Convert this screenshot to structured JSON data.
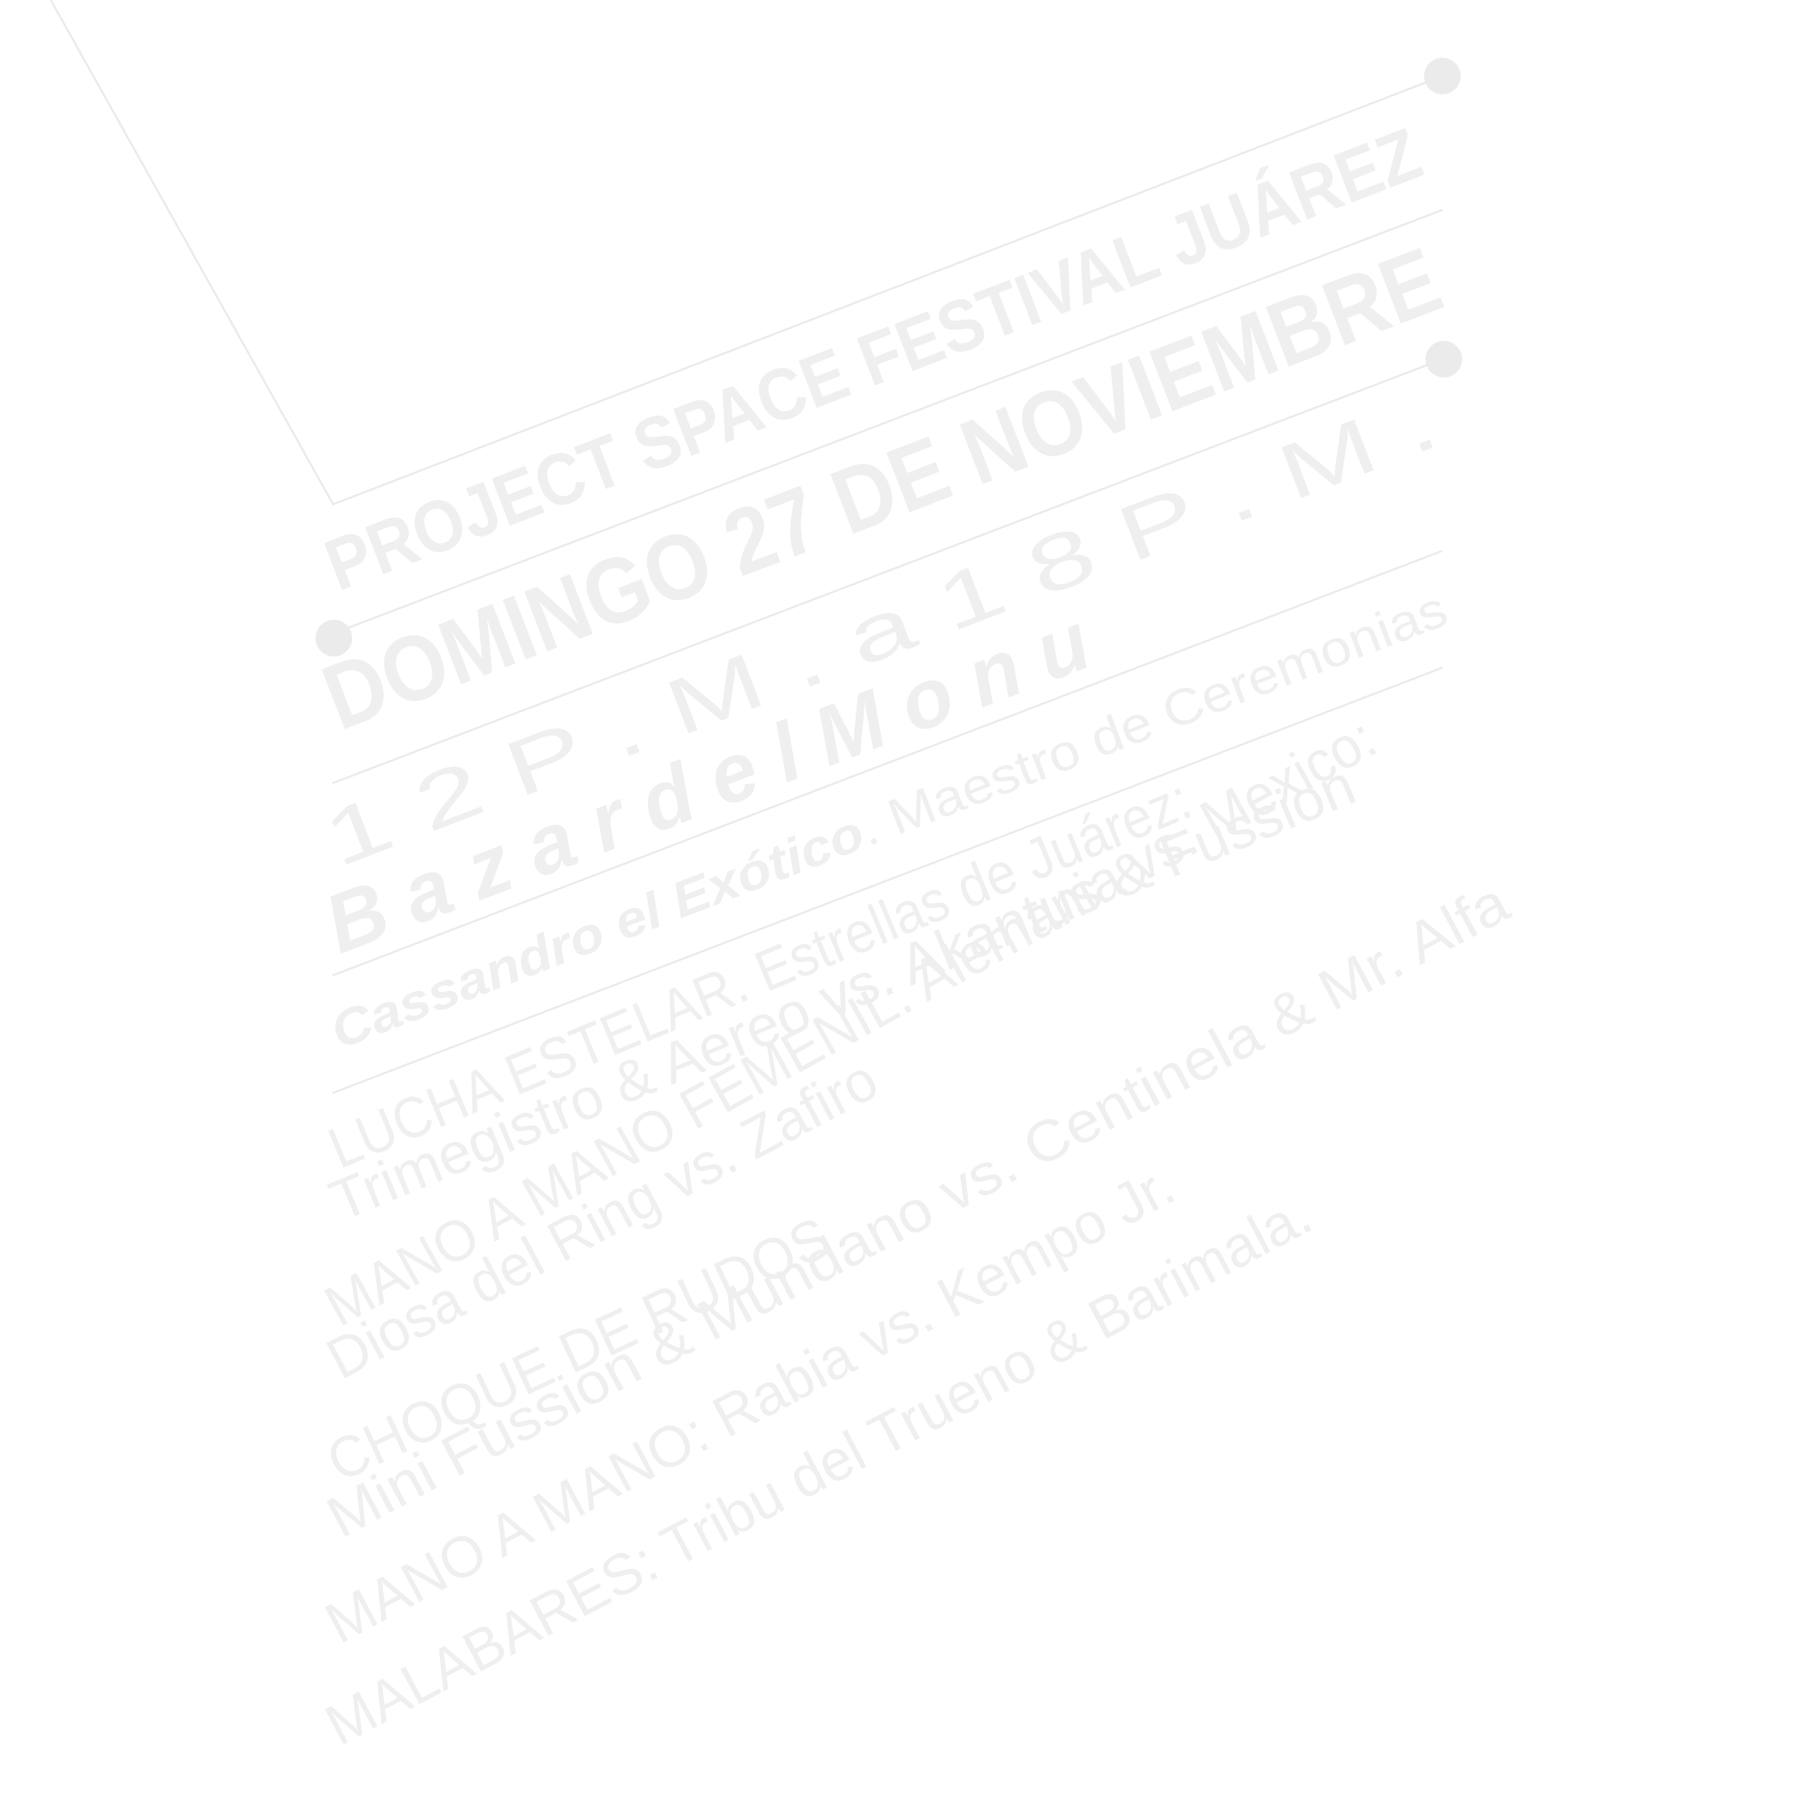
{
  "header": {
    "festival": "PROJECT SPACE FESTIVAL JUÁREZ",
    "date": "DOMINGO 27 DE NOVIEMBRE",
    "time": "1 2   P . M .   a   1 8   P . M ."
  },
  "venue": "B a z a r   d e l   M o n u",
  "host": {
    "name": "Cassandro el Exótico",
    "role": ". Maestro de Ceremonias"
  },
  "program": [
    {
      "title": "LUCHA ESTELAR.",
      "line1": " Estrellas de Juárez:",
      "line2": "Trimegistro & Aereo vs. Akantus & Fussion"
    },
    {
      "title": "MANO A MANO FEMENIL.",
      "line1": " Alemania vs. Mexico:",
      "line2": "Diosa del Ring vs. Zafiro"
    },
    {
      "title": "CHOQUE DE RUDOS",
      "line1": "",
      "line2": "Mini Fussion & Mundano vs. Centinela & Mr. Alfa"
    },
    {
      "title": "MANO A MANO:",
      "line1": " Rabia vs. Kempo Jr.",
      "line2": ""
    },
    {
      "title": "MALABARES:",
      "line1": " Tribu del Trueno & Barimala.",
      "line2": ""
    }
  ]
}
